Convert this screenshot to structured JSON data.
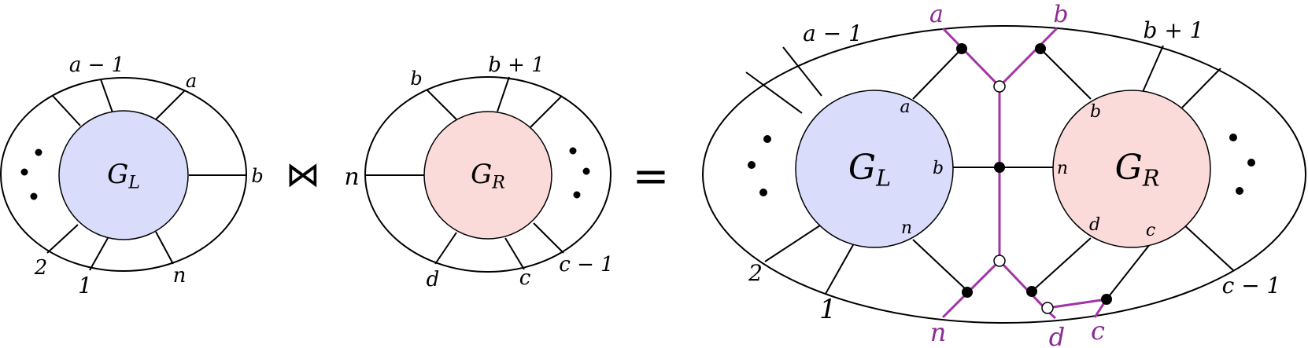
{
  "colors": {
    "gl_fill": "#d9dcfb",
    "gr_fill": "#fbdada",
    "purple": "#8a2b92",
    "purple_line": "#a035a5"
  },
  "left": {
    "center_label": "G_L",
    "labels": {
      "a_minus_1": "a − 1",
      "a": "a",
      "b": "b",
      "n": "n",
      "one": "1",
      "two": "2"
    }
  },
  "operator": "⋈",
  "middle": {
    "center_label": "G_R",
    "labels": {
      "n": "n",
      "b": "b",
      "b_plus_1": "b + 1",
      "d": "d",
      "c": "c",
      "c_minus_1": "c − 1"
    }
  },
  "equals": "=",
  "right": {
    "gl_label": "G_L",
    "gr_label": "G_R",
    "outer_labels": {
      "a_minus_1": "a − 1",
      "b_plus_1": "b + 1",
      "two": "2",
      "one": "1",
      "c_minus_1": "c − 1"
    },
    "inner_gl": {
      "a": "a",
      "b": "b",
      "n": "n"
    },
    "inner_gr": {
      "b": "b",
      "n": "n",
      "d": "d",
      "c": "c"
    },
    "purple_labels": {
      "a": "a",
      "b": "b",
      "n": "n",
      "d": "d",
      "c": "c"
    }
  }
}
